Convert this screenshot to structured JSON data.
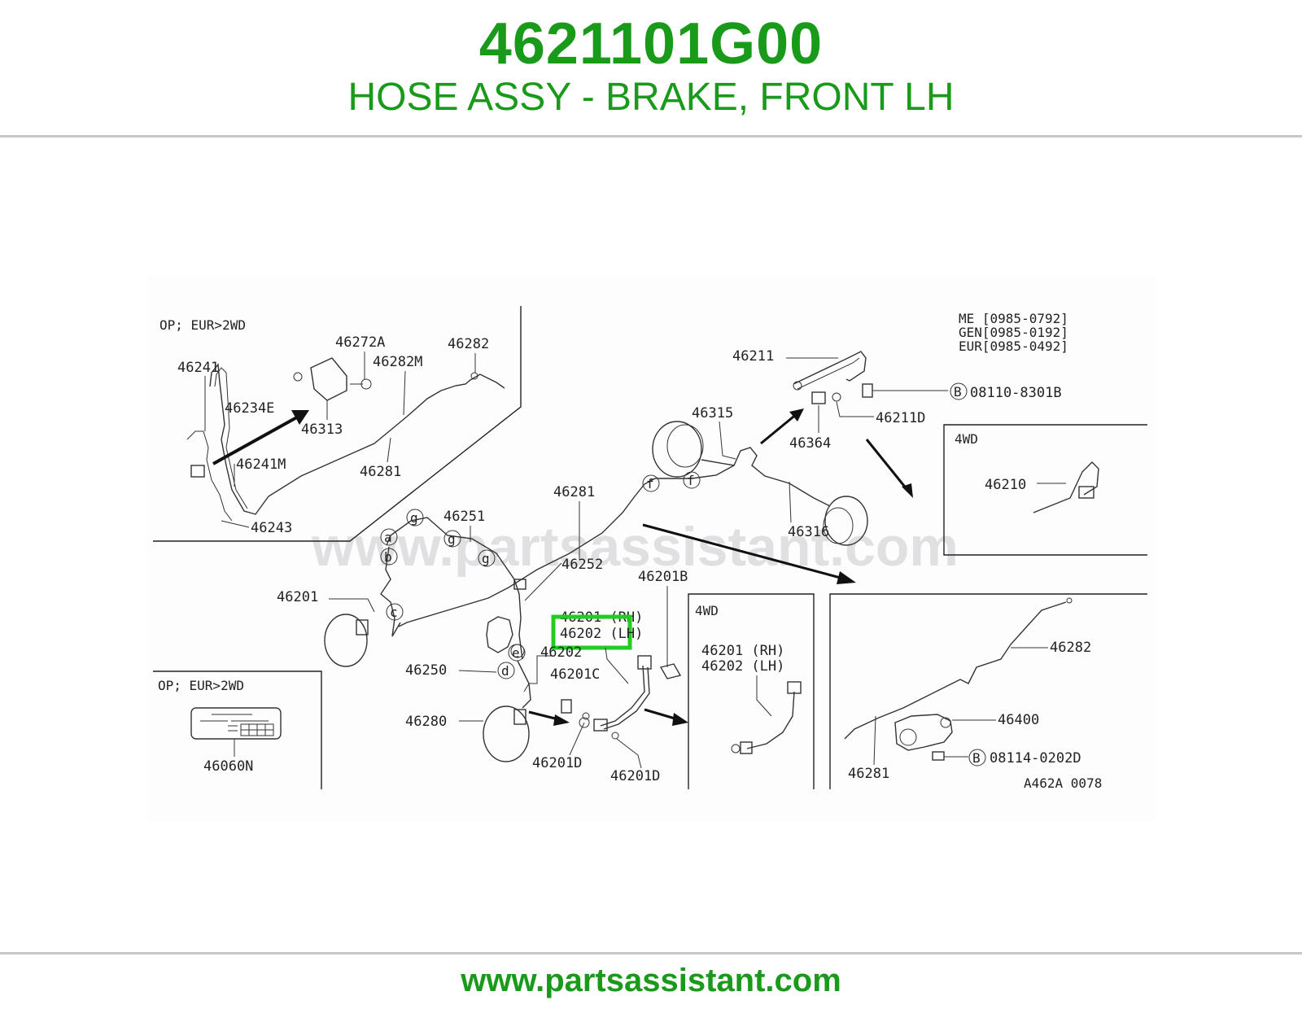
{
  "header": {
    "part_number": "4621101G00",
    "description": "HOSE ASSY - BRAKE, FRONT LH"
  },
  "footer": {
    "url": "www.partsassistant.com"
  },
  "diagram": {
    "watermark": "www.partsassistant.com",
    "drawing_code": "A462A 0078",
    "highlight_color": "#22cc22",
    "accent_color": "#1a9a1a",
    "notes": {
      "top_left_box": "OP; EUR>2WD",
      "bottom_left_box": "OP; EUR>2WD",
      "right_top_box": "4WD",
      "center_box": "4WD",
      "serial_me": "ME [0985-0792]",
      "serial_gen": "GEN[0985-0192]",
      "serial_eur": "EUR[0985-0492]"
    },
    "callouts": {
      "c46241": "46241",
      "c46272A": "46272A",
      "c46282M": "46282M",
      "c46282_top": "46282",
      "c46234E": "46234E",
      "c46313": "46313",
      "c46241M": "46241M",
      "c46281_tl": "46281",
      "c46243": "46243",
      "c46211": "46211",
      "c08110": "08110-8301B",
      "c46211D": "46211D",
      "c46315": "46315",
      "c46364": "46364",
      "c46210": "46210",
      "c46281_mid": "46281",
      "c46316": "46316",
      "c46251": "46251",
      "c46252": "46252",
      "c46201_left": "46201",
      "c46201B": "46201B",
      "c46201RH_mid": "46201 (RH)",
      "c46202LH_mid": "46202 (LH)",
      "c46202_mid": "46202",
      "c46250": "46250",
      "c46201C": "46201C",
      "c46280": "46280",
      "c46201D_a": "46201D",
      "c46201D_b": "46201D",
      "c46060N": "46060N",
      "c46201RH_4wd": "46201 (RH)",
      "c46202LH_4wd": "46202 (LH)",
      "c46282_br": "46282",
      "c46400": "46400",
      "c08114": "08114-0202D",
      "c46281_br": "46281",
      "bolt_mark": "B"
    },
    "joint_letters": [
      "a",
      "b",
      "c",
      "d",
      "e",
      "f",
      "g"
    ]
  }
}
